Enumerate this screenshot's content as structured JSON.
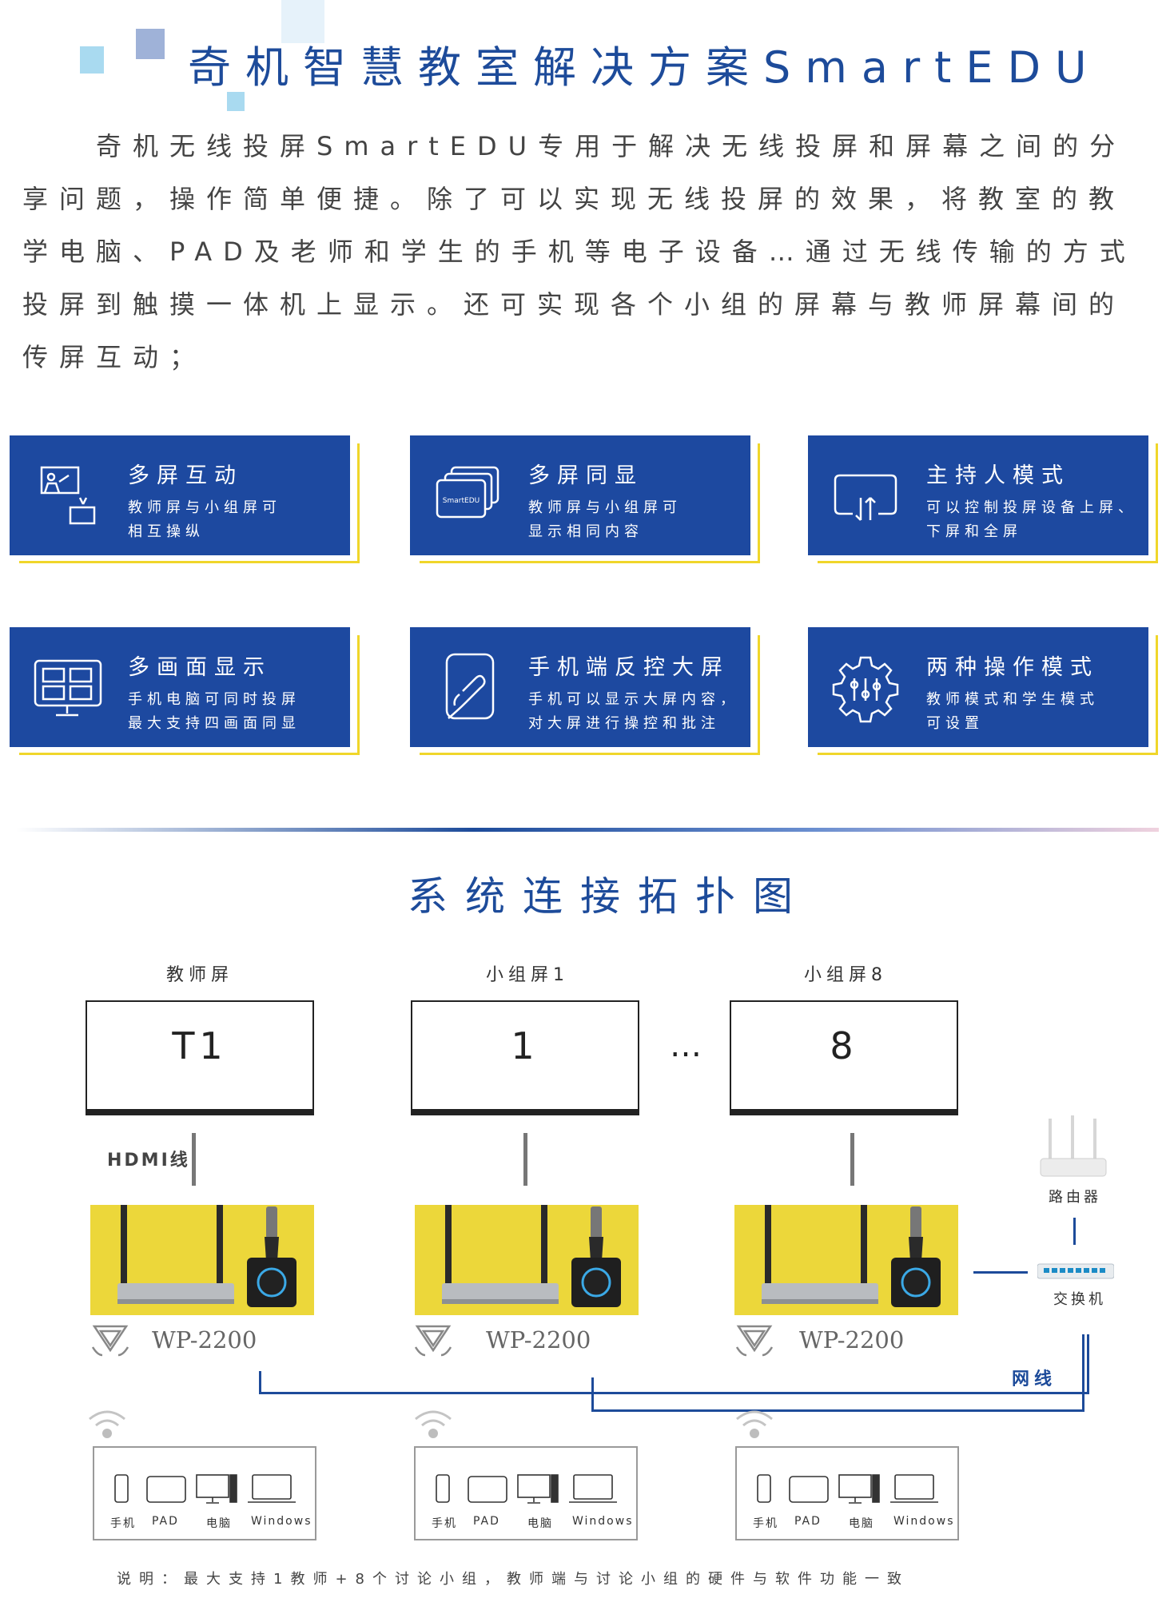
{
  "title": "奇机智慧教室解决方案SmartEDU",
  "intro": "奇机无线投屏SmartEDU专用于解决无线投屏和屏幕之间的分享问题，操作简单便捷。除了可以实现无线投屏的效果，将教室的教学电脑、PAD及老师和学生的手机等电子设备…通过无线传输的方式投屏到触摸一体机上显示。还可实现各个小组的屏幕与教师屏幕间的传屏互动；",
  "features": [
    {
      "title": "多屏互动",
      "line1": "教师屏与小组屏可",
      "line2": "相互操纵",
      "icon": "teacher-screen-icon"
    },
    {
      "title": "多屏同显",
      "line1": "教师屏与小组屏可",
      "line2": "显示相同内容",
      "icon": "stacked-screens-icon",
      "icon_text": "SmartEDU"
    },
    {
      "title": "主持人模式",
      "line1": "可以控制投屏设备上屏、",
      "line2": "下屏和全屏",
      "icon": "screen-transfer-icon"
    },
    {
      "title": "多画面显示",
      "line1": "手机电脑可同时投屏",
      "line2": "最大支持四画面同显",
      "icon": "quad-monitor-icon"
    },
    {
      "title": "手机端反控大屏",
      "line1": "手机可以显示大屏内容，",
      "line2": "对大屏进行操控和批注",
      "icon": "hand-touch-icon"
    },
    {
      "title": "两种操作模式",
      "line1": "教师模式和学生模式",
      "line2": "可设置",
      "icon": "gear-settings-icon"
    }
  ],
  "topology": {
    "title": "系统连接拓扑图",
    "screens": [
      {
        "label": "教师屏",
        "number": "T1"
      },
      {
        "label": "小组屏1",
        "number": "1"
      },
      {
        "label": "小组屏8",
        "number": "8"
      }
    ],
    "ellipsis": "…",
    "hdmi_label": "HDMI线",
    "model": "WP-2200",
    "router_label": "路由器",
    "switch_label": "交换机",
    "network_label": "网线",
    "devices": [
      "手机",
      "PAD",
      "电脑",
      "Windows"
    ],
    "note": "说明：最大支持1教师+8个讨论小组，教师端与讨论小组的硬件与软件功能一致",
    "colors": {
      "brand_blue": "#1d4b9a",
      "card_blue": "#1d49a0",
      "accent_yellow": "#ecd73a"
    }
  }
}
